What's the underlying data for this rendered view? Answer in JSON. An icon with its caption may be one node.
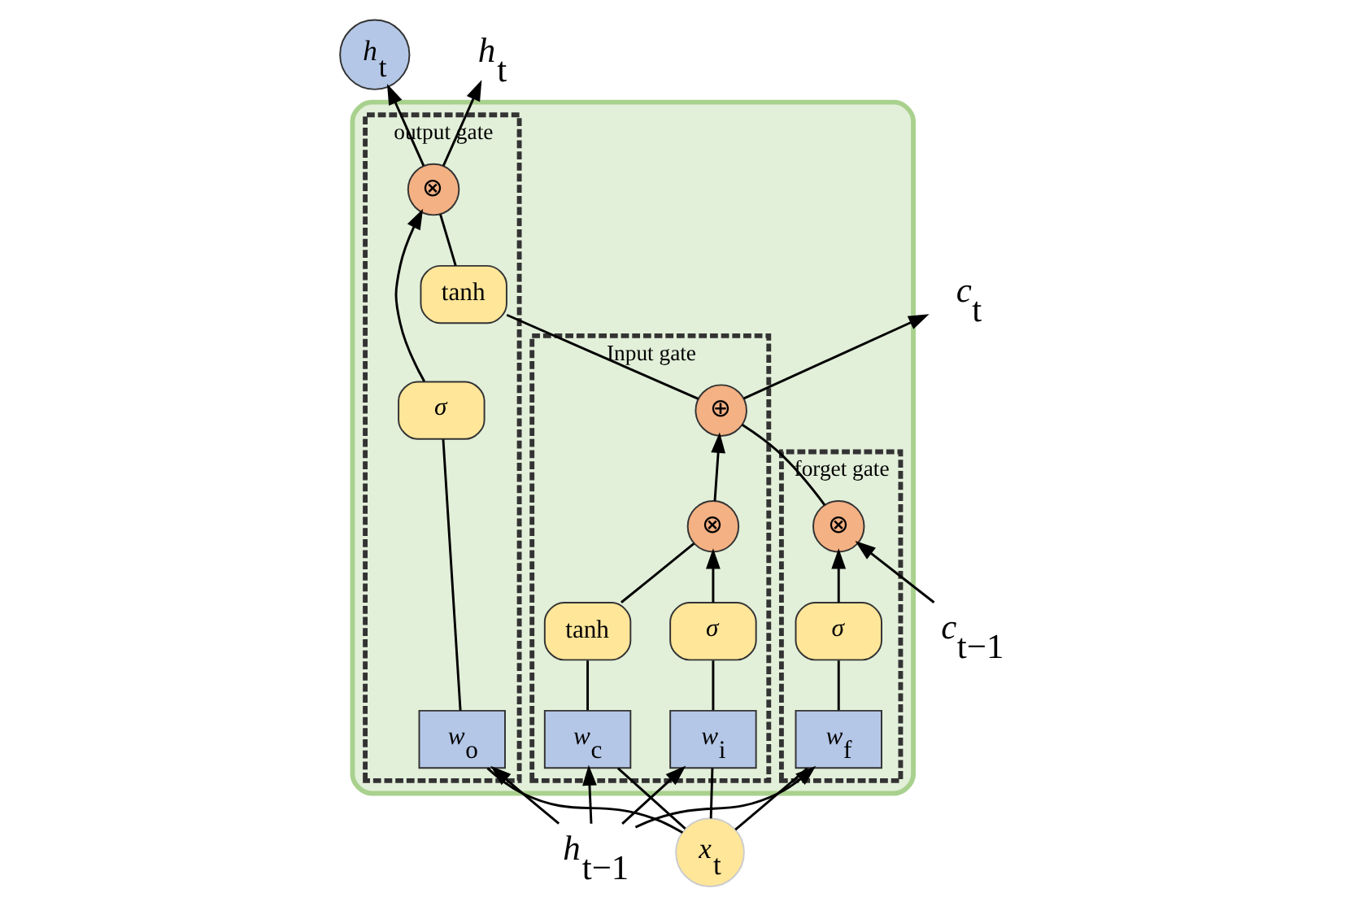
{
  "diagram": {
    "nodes": [
      {
        "text": [],
        "shape": "box"
      },
      {
        "text": [
          "forget gate"
        ],
        "in": 0
      },
      {
        "text": [
          "Input gate"
        ],
        "in": 0
      },
      {
        "text": [
          "output gate"
        ],
        "in": 0
      },
      {
        "text": [
          "⊗"
        ],
        "in": 1
      },
      {
        "text": [
          "σ"
        ],
        "in": 1
      },
      {
        "text": [
          "w$_{f}$"
        ],
        "in": 1
      },
      {
        "text": [
          "⊕"
        ],
        "in": 2
      },
      {
        "text": [
          "⊗"
        ],
        "in": 2
      },
      {
        "text": [
          "σ"
        ],
        "in": 2
      },
      {
        "text": [
          "w$_{i}$"
        ],
        "in": 2
      },
      {
        "text": [
          "tanh"
        ],
        "in": 2
      },
      {
        "text": [
          "w$_{c}$"
        ],
        "in": 2
      },
      {
        "text": [
          "tanh"
        ],
        "in": 3
      },
      {
        "text": [
          "⊗"
        ],
        "in": 3
      },
      {
        "text": [
          "σ"
        ],
        "in": 3
      },
      {
        "text": [
          "w$_{o}$"
        ],
        "in": 3
      },
      {
        "text": [
          "c$_{t−1}$"
        ]
      },
      {
        "text": [
          "h$_{t−1}$"
        ]
      },
      {
        "text": [
          "x$_{t}$"
        ]
      },
      {
        "text": [
          "h$_{t}$"
        ]
      },
      {
        "text": [
          "c$_{t}$"
        ]
      },
      {
        "text": [
          "h$_{t}$"
        ]
      }
    ],
    "edges": [
      {
        "from": 17,
        "to": 4,
        "arrow": "to"
      },
      {
        "from": 4,
        "to": 7,
        "arrow": "none"
      },
      {
        "from": 7,
        "to": 21,
        "arrow": "to"
      },
      {
        "from": 5,
        "to": 4,
        "arrow": "to"
      },
      {
        "from": 6,
        "to": 5,
        "arrow": "none"
      },
      {
        "from": 18,
        "to": 6,
        "arrow": "to"
      },
      {
        "from": 18,
        "to": 10,
        "arrow": "to"
      },
      {
        "from": 18,
        "to": 12,
        "arrow": "to"
      },
      {
        "from": 18,
        "to": 16,
        "arrow": "to"
      },
      {
        "from": 19,
        "to": 6,
        "arrow": "none"
      },
      {
        "from": 19,
        "to": 10,
        "arrow": "none"
      },
      {
        "from": 19,
        "to": 12,
        "arrow": "none"
      },
      {
        "from": 19,
        "to": 16,
        "arrow": "none"
      },
      {
        "from": 10,
        "to": 9,
        "arrow": "none"
      },
      {
        "from": 9,
        "to": 8,
        "arrow": "to"
      },
      {
        "from": 12,
        "to": 11,
        "arrow": "none"
      },
      {
        "from": 11,
        "to": 8,
        "arrow": "none"
      },
      {
        "from": 8,
        "to": 7,
        "arrow": "to"
      },
      {
        "from": 16,
        "to": 15,
        "arrow": "none"
      },
      {
        "from": 15,
        "to": 14,
        "arrow": "to"
      },
      {
        "from": 7,
        "to": 13,
        "arrow": "none"
      },
      {
        "from": 13,
        "to": 14,
        "arrow": "none"
      },
      {
        "from": 14,
        "to": 22,
        "arrow": "to"
      },
      {
        "from": 14,
        "to": 20,
        "arrow": "to"
      }
    ]
  }
}
